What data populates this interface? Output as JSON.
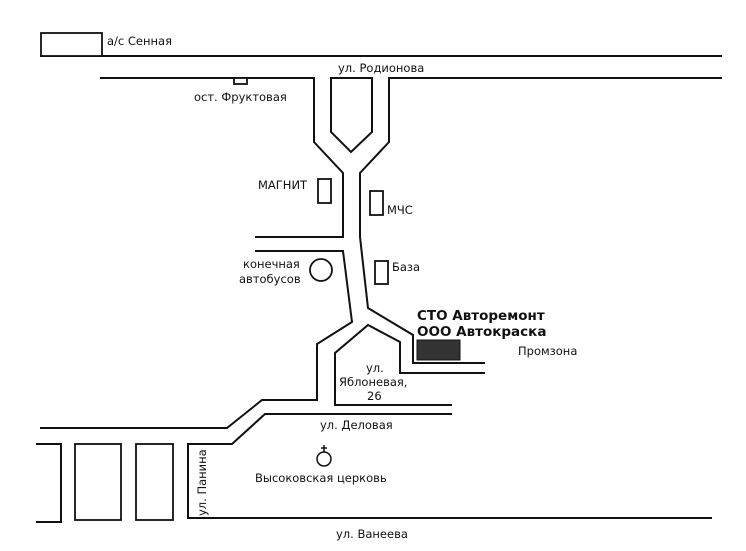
{
  "map": {
    "stops": {
      "bus_station": "а/с Сенная",
      "bus_stop": "ост. Фруктовая",
      "bus_terminal": [
        "конечная",
        "автобусов"
      ]
    },
    "streets": {
      "rodionova": "ул. Родионова",
      "yablonevaya": [
        "ул.",
        "Яблоневая,",
        "26"
      ],
      "delovaya": "ул. Деловая",
      "panina": "ул. Панина",
      "vaneeva": "ул. Ванеева"
    },
    "landmarks": {
      "magnit": "МАГНИТ",
      "mchs": "МЧС",
      "baza": "База",
      "church": "Высоковская церковь",
      "promzona": "Промзона"
    },
    "destination": {
      "line1": "СТО Авторемонт",
      "line2": "ООО Автокраска",
      "marker_color": "#333333"
    }
  }
}
